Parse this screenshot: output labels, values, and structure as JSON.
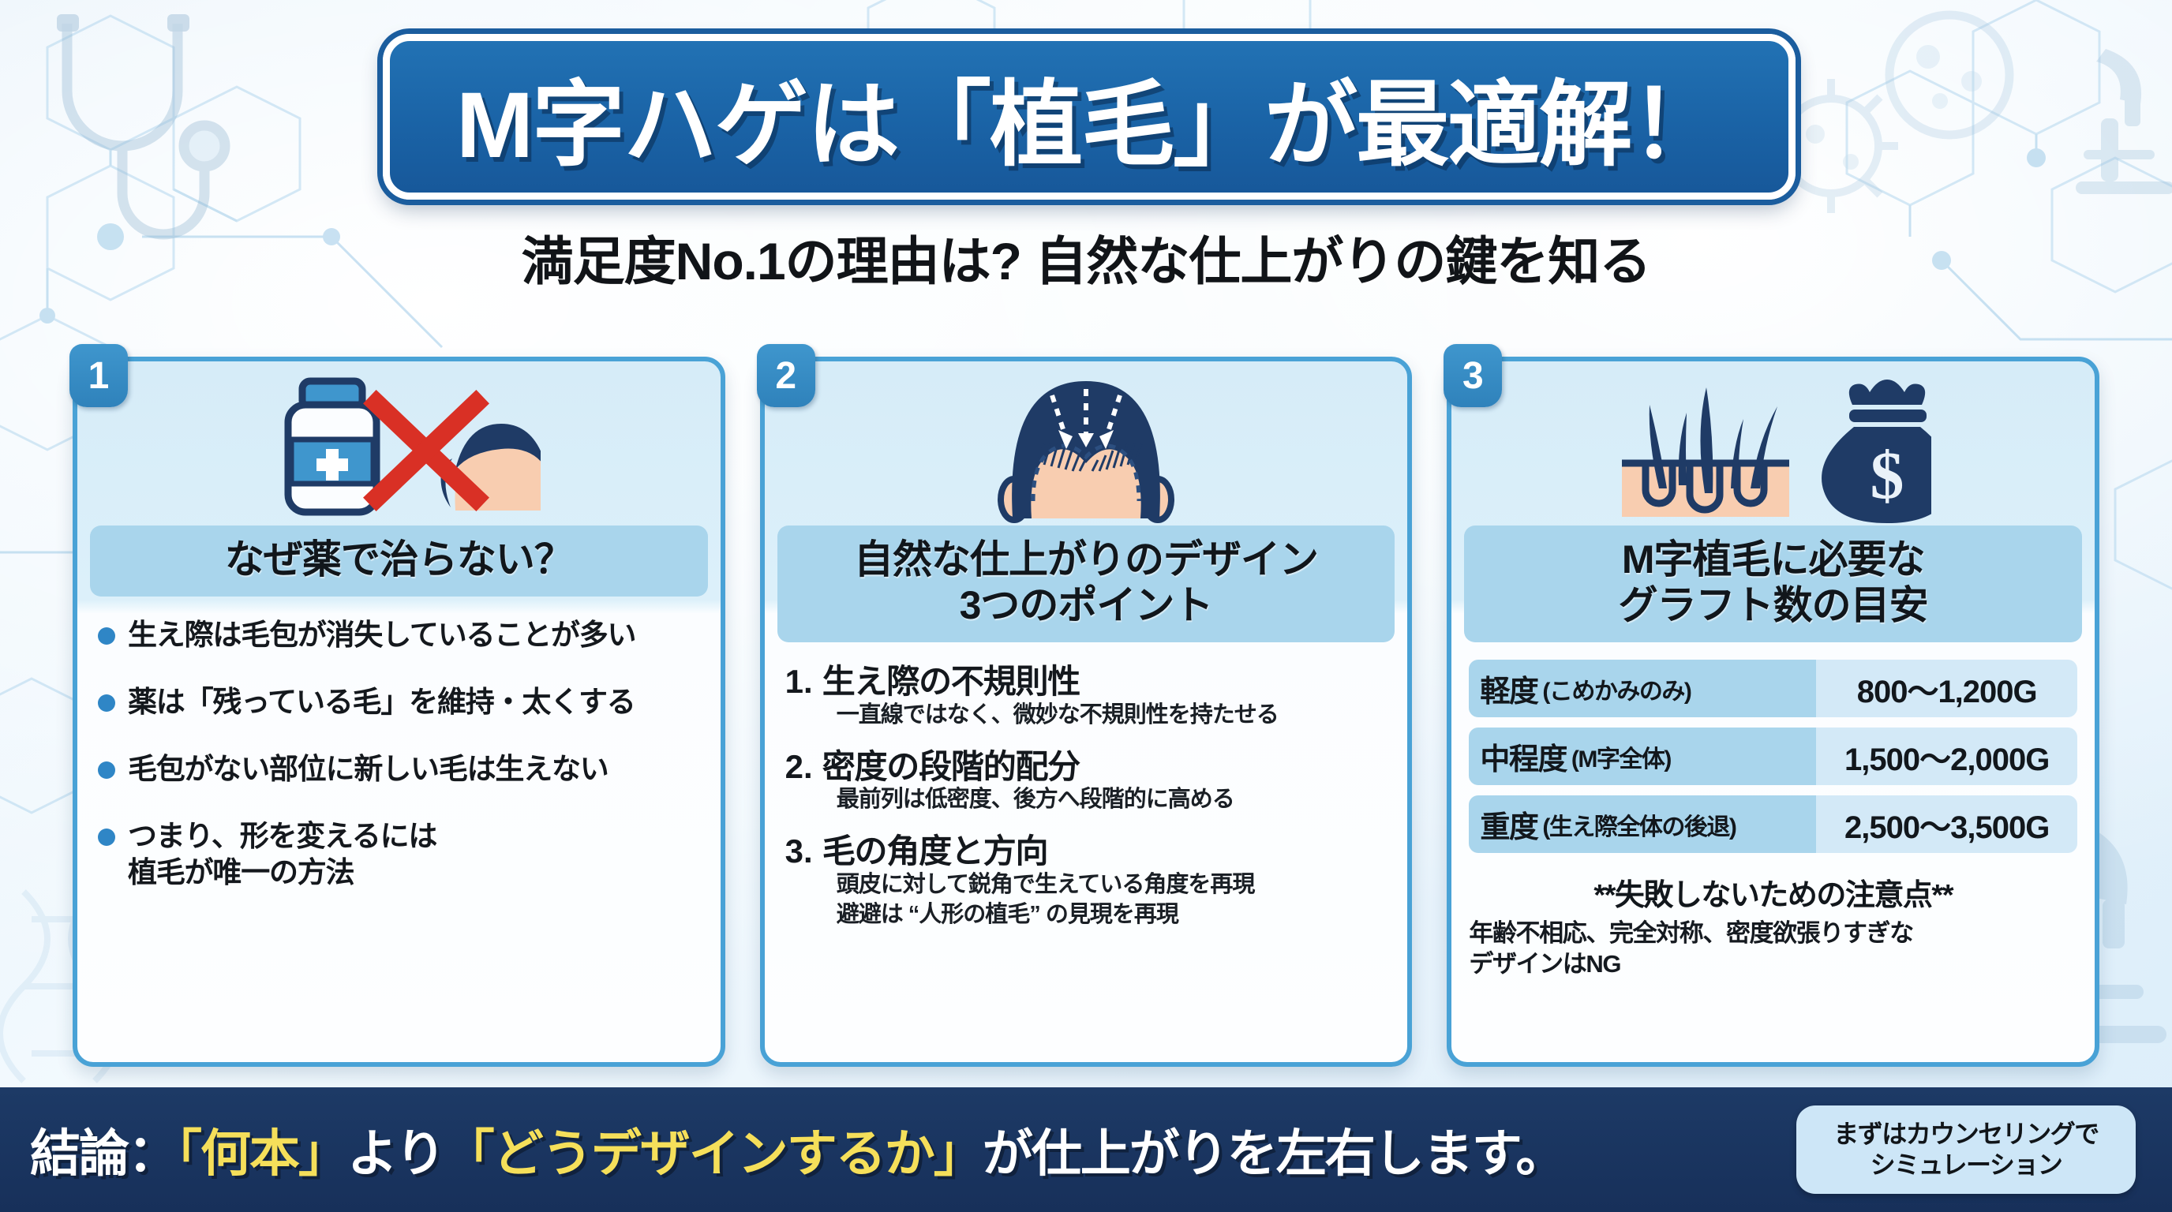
{
  "title": {
    "text": "M字ハゲは「植毛」が最適解！"
  },
  "subtitle": {
    "text": "満足度No.1の理由は? 自然な仕上がりの鍵を知る"
  },
  "cards": [
    {
      "number": "1",
      "icon": "medicine-bottle-no-icon",
      "header": "なぜ薬で治らない？",
      "bullets": [
        "生え際は毛包が消失していることが多い",
        "薬は「残っている毛」を維持・太くする",
        "毛包がない部位に新しい毛は生えない",
        "つまり、形を変えるには\n植毛が唯一の方法"
      ]
    },
    {
      "number": "2",
      "icon": "hairline-design-head-icon",
      "header": "自然な仕上がりのデザイン\n3つのポイント",
      "points": [
        {
          "num": "1.",
          "title": "生え際の不規則性",
          "sub": "一直線ではなく、微妙な不規則性を持たせる"
        },
        {
          "num": "2.",
          "title": "密度の段階的配分",
          "sub": "最前列は低密度、後方へ段階的に高める"
        },
        {
          "num": "3.",
          "title": "毛の角度と方向",
          "sub": "頭皮に対して鋭角で生えている角度を再現\n避避は “人形の植毛” の見現を再現"
        }
      ]
    },
    {
      "number": "3",
      "icon": "hair-follicle-money-icon",
      "header": "M字植毛に必要な\nグラフト数の目安",
      "table": [
        {
          "severity": "軽度",
          "note": "(こめかみのみ)",
          "grafts": "800〜1,200G"
        },
        {
          "severity": "中程度",
          "note": "(M字全体)",
          "grafts": "1,500〜2,000G"
        },
        {
          "severity": "重度",
          "note": "(生え際全体の後退)",
          "grafts": "2,500〜3,500G"
        }
      ],
      "warning_heading": "**失敗しないための注意点**",
      "warning_body": "年齢不相応、完全対称、密度欲張りすぎな\nデザインはNG"
    }
  ],
  "footer": {
    "lead": "結論：",
    "hl1": "「何本」",
    "mid1": "より",
    "hl2": "「どうデザインするか」",
    "tail": "が仕上がりを左右します。",
    "cta_line1": "まずはカウンセリングで",
    "cta_line2": "シミュレーション"
  },
  "colors": {
    "brand_blue": "#1a63a6",
    "card_border": "#49a2d6",
    "head_band": "#a9d5ec",
    "footer_navy": "#1d3a66",
    "accent_yellow": "#f5df5a",
    "bullet_dot": "#2f86c6",
    "icon_navy": "#1f3b66",
    "skin": "#f8cdb0",
    "alert_red": "#d93025"
  }
}
